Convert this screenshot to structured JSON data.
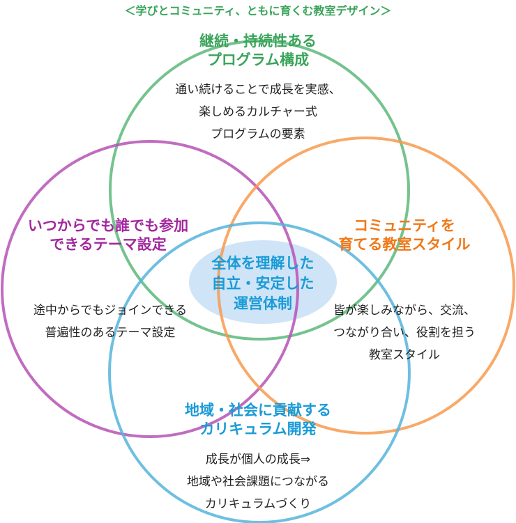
{
  "title": "＜学びとコミュニティ、ともに育くむ教室デザイン＞",
  "colors": {
    "green": "#5cb87a",
    "purple": "#b552b5",
    "orange": "#f79a4d",
    "blue": "#55b4dc",
    "center_fill": "#cfe4f6",
    "green_text": "#3aa45a",
    "purple_text": "#a3289e",
    "orange_text": "#f07818",
    "blue_text": "#1a9bd7"
  },
  "circles": {
    "top": {
      "heading": [
        "継続・持続性ある",
        "プログラム構成"
      ],
      "body": [
        "通い続けることで成長を実感、",
        "楽しめるカルチャー式",
        "プログラムの要素"
      ]
    },
    "left": {
      "heading": [
        "いつからでも誰でも参加",
        "できるテーマ設定"
      ],
      "body": [
        "途中からでもジョインできる",
        "普遍性のあるテーマ設定"
      ]
    },
    "right": {
      "heading": [
        "コミュニティを",
        "育てる教室スタイル"
      ],
      "body": [
        "皆が楽しみながら、交流、",
        "つながり合い、役割を担う",
        "教室スタイル"
      ]
    },
    "bottom": {
      "heading": [
        "地域・社会に貢献する",
        "カリキュラム開発"
      ],
      "body": [
        "成長が個人の成長⇒",
        "地域や社会課題につながる",
        "カリキュラムづくり"
      ]
    }
  },
  "center": {
    "lines": [
      "全体を理解した",
      "自立・安定した",
      "運営体制"
    ]
  }
}
